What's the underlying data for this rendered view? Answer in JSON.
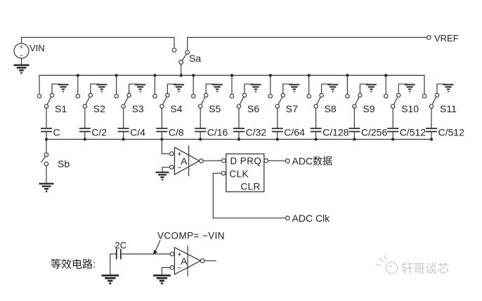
{
  "colors": {
    "background": "#ffffff",
    "line": "#3a3a3a",
    "text": "#1e1e1e",
    "watermark": "#c9c9c9"
  },
  "sources": {
    "vin": "VIN",
    "vref": "VREF",
    "polarity_plus": "+",
    "polarity_minus": "−"
  },
  "switches": {
    "sa": "Sa",
    "sb": "Sb",
    "array": [
      "S1",
      "S2",
      "S3",
      "S4",
      "S5",
      "S6",
      "S7",
      "S8",
      "S9",
      "S10",
      "S11"
    ]
  },
  "capacitors": {
    "array": [
      "C",
      "C/2",
      "C/4",
      "C/8",
      "C/16",
      "C/32",
      "C/64",
      "C/128",
      "C/256",
      "C/512",
      "C/512"
    ],
    "equivalent": "2C"
  },
  "comparator": {
    "label": "A",
    "plus": "+",
    "minus": "−"
  },
  "flipflop": {
    "inputs": "D PRQ",
    "clk": "CLK",
    "clr": "CLR"
  },
  "terminals": {
    "adc_data": "ADC数据",
    "adc_clk": "ADC Clk"
  },
  "equivalent_circuit": {
    "label": "等效电路:",
    "vcomp": "VCOMP= −VIN"
  },
  "watermark": "轩哥谈芯"
}
